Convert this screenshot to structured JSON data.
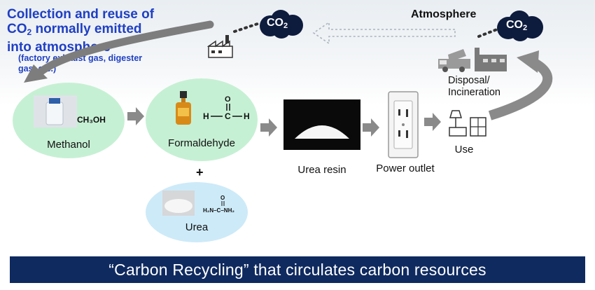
{
  "headline": {
    "line1": "Collection and reuse of",
    "line2_prefix": "CO",
    "line2_sub": "2",
    "line2_suffix": " normally emitted",
    "line3": "into atmosphere",
    "note_line1": "(factory exhaust gas, digester",
    "note_line2": "gas, etc.)"
  },
  "atmosphere_label": "Atmosphere",
  "co2_cloud": {
    "main": "CO",
    "sub": "2"
  },
  "disposal_label_line1": "Disposal/",
  "disposal_label_line2": "Incineration",
  "steps": {
    "methanol": {
      "label": "Methanol",
      "formula": "CH₃OH"
    },
    "formaldehyde": {
      "label": "Formaldehyde"
    },
    "plus": "+",
    "urea": {
      "label": "Urea"
    },
    "urea_resin": {
      "label": "Urea resin"
    },
    "power_outlet": {
      "label": "Power outlet"
    },
    "use": {
      "label": "Use"
    }
  },
  "banner": "“Carbon Recycling” that circulates carbon resources",
  "colors": {
    "headline": "#1f3fc4",
    "ellipse_green": "#c6f0d4",
    "ellipse_blue": "#cdeaf8",
    "banner": "#0f2a5f",
    "arrow": "#8a8a8a",
    "cloud": "#0d1b3d"
  }
}
